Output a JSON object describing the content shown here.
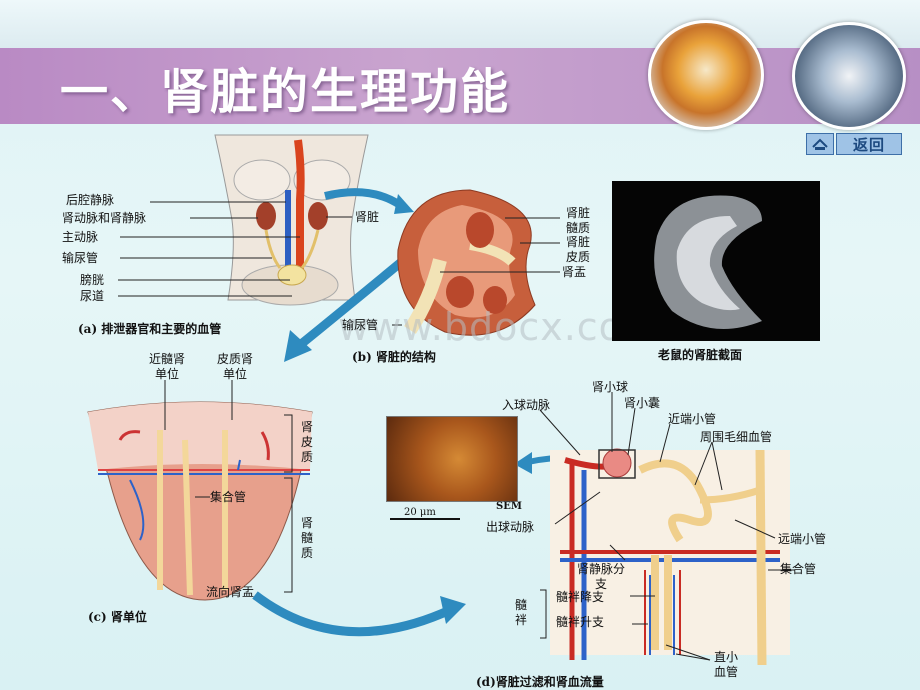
{
  "title": "一、肾脏的生理功能",
  "nav": {
    "back_label": "返回"
  },
  "watermark": "www.bdocx.com",
  "panel_a": {
    "labels": [
      "后腔静脉",
      "肾动脉和肾静脉",
      "主动脉",
      "输尿管",
      "膀胱",
      "尿道"
    ],
    "kidney_label": "肾脏",
    "caption": "(a) 排泄器官和主要的血管"
  },
  "panel_b": {
    "labels": [
      "肾脏髓质",
      "肾脏皮质",
      "肾盂"
    ],
    "ureter_label": "输尿管",
    "caption": "(b) 肾脏的结构"
  },
  "mouse": {
    "caption": "老鼠的肾脏截面"
  },
  "panel_c": {
    "top_labels": [
      "近髓肾单位",
      "皮质肾单位"
    ],
    "side_labels": [
      "肾皮质",
      "肾髓质"
    ],
    "collecting_duct": "集合管",
    "flow_label": "流向肾盂",
    "caption": "(c) 肾单位"
  },
  "sem": {
    "label": "SEM",
    "scale": "20 μm"
  },
  "panel_d": {
    "labels": {
      "afferent": "入球动脉",
      "glomerulus": "肾小球",
      "capsule": "肾小囊",
      "proximal": "近端小管",
      "capillaries": "周围毛细血管",
      "efferent": "出球动脉",
      "distal": "远端小管",
      "vein_branch": "肾静脉分支",
      "collecting": "集合管",
      "loop": "髓袢",
      "descending": "髓袢降支",
      "ascending": "髓袢升支",
      "vasa_recta": "直小血管"
    },
    "caption": "(d)肾脏过滤和肾血流量"
  }
}
